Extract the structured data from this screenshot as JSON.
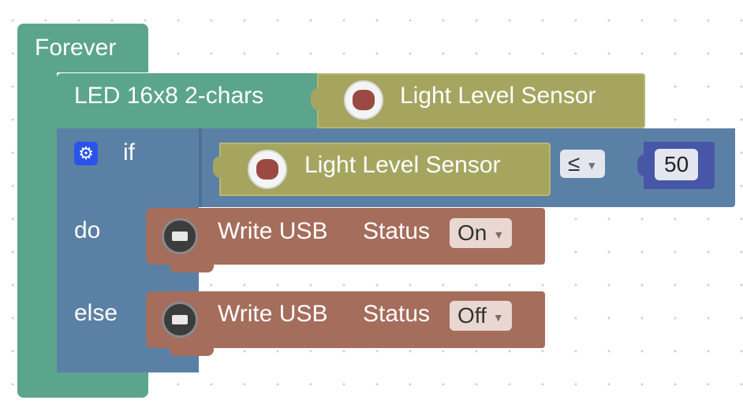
{
  "forever": {
    "label": "Forever"
  },
  "led": {
    "label": "LED 16x8 2-chars"
  },
  "sensor_top": {
    "label": "Light Level Sensor"
  },
  "condition": {
    "if_label": "if",
    "sensor_label": "Light Level Sensor",
    "operator": "≤",
    "value": "50"
  },
  "do_branch": {
    "label": "do",
    "action": "Write USB",
    "status_label": "Status",
    "status_value": "On"
  },
  "else_branch": {
    "label": "else",
    "action": "Write USB",
    "status_label": "Status",
    "status_value": "Off"
  },
  "dropdown_arrow": "▼",
  "colors": {
    "loop_block": "#5ba58c",
    "logic_block": "#5b80a5",
    "sensor_block": "#a5a560",
    "usb_block": "#a56d5b",
    "number_block": "#4856a8"
  }
}
